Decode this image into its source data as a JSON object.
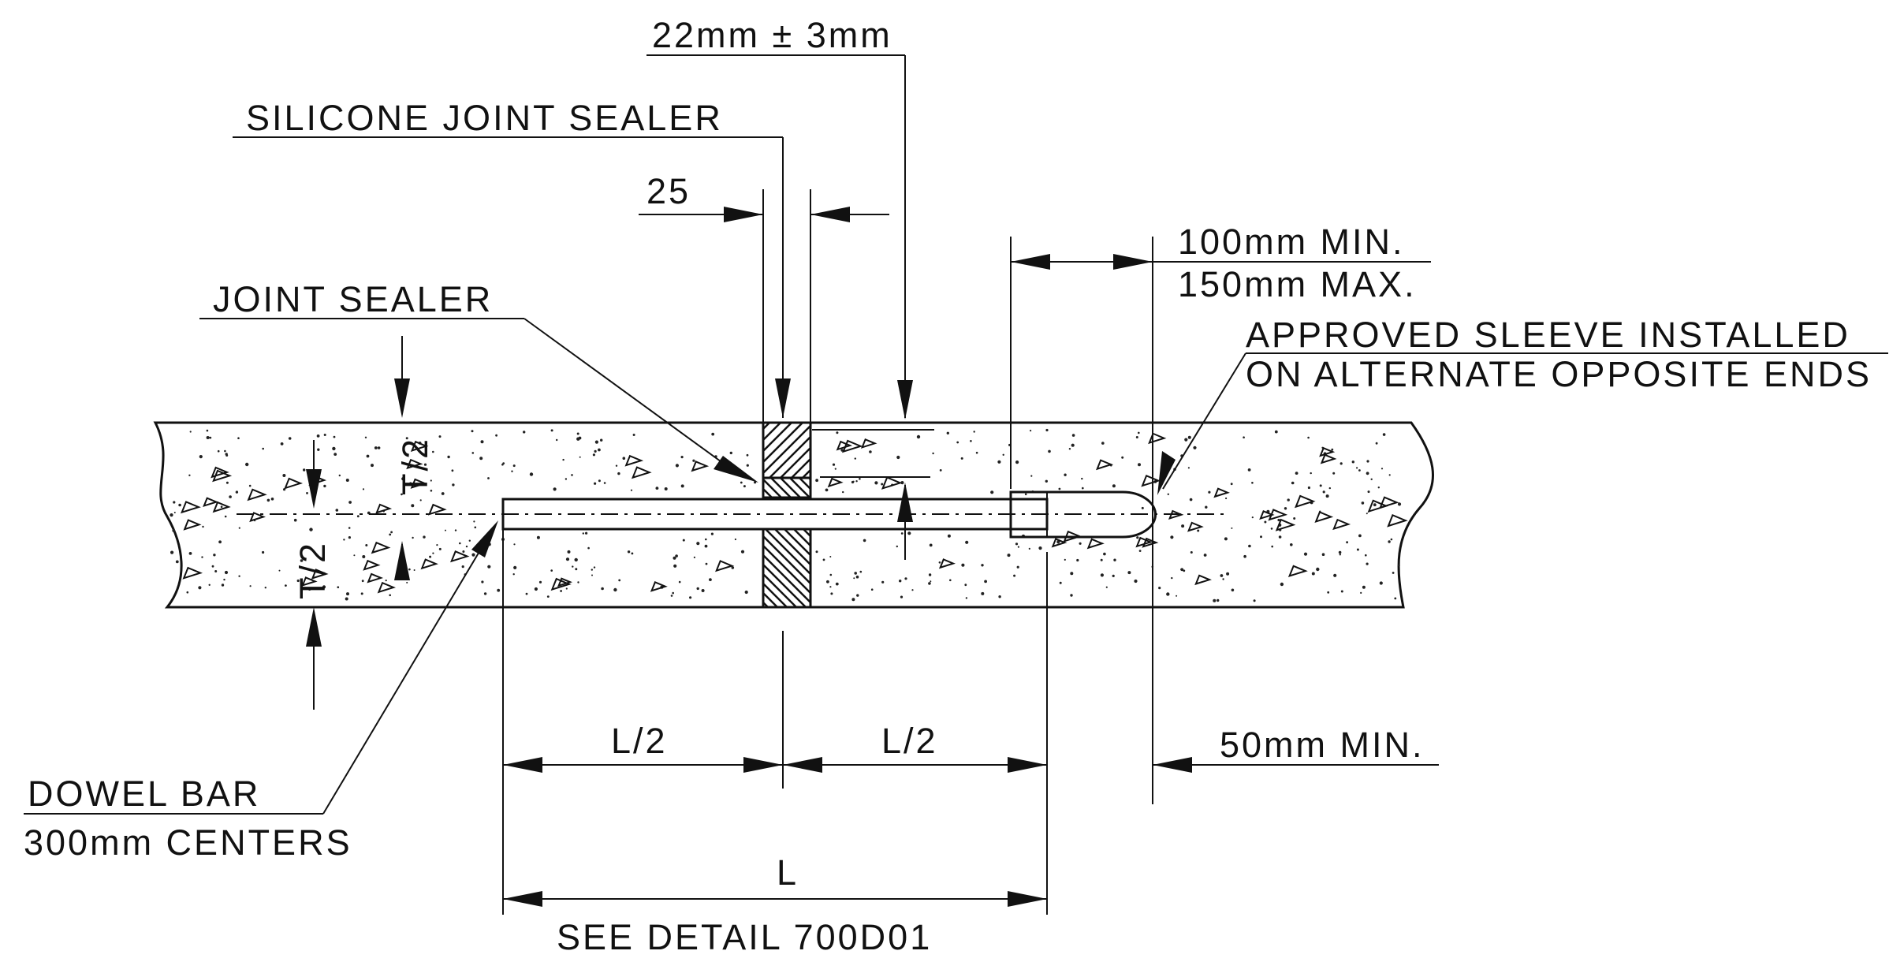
{
  "diagram": {
    "labels": {
      "tolerance": "22mm ± 3mm",
      "silicone_joint_sealer": "SILICONE JOINT SEALER",
      "dim_25": "25",
      "joint_sealer": "JOINT SEALER",
      "min_100": "100mm MIN.",
      "max_150": "150mm MAX.",
      "sleeve_line1": "APPROVED SLEEVE INSTALLED",
      "sleeve_line2": "ON ALTERNATE OPPOSITE ENDS",
      "t_half_upper": "T/2",
      "t_half_lower": "T/2",
      "l_half_left": "L/2",
      "l_half_right": "L/2",
      "min_50": "50mm MIN.",
      "dowel_bar": "DOWEL BAR",
      "centers": "300mm CENTERS",
      "l_full": "L",
      "see_detail": "SEE DETAIL 700D01"
    },
    "colors": {
      "ink": "#111111",
      "paper": "#ffffff"
    }
  }
}
